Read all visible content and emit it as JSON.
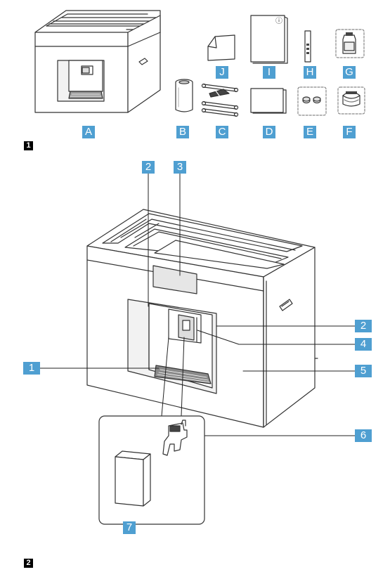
{
  "figure1": {
    "number": "1",
    "accessory_labels": [
      "A",
      "B",
      "C",
      "D",
      "E",
      "F",
      "G",
      "H",
      "I",
      "J"
    ],
    "manual_symbol": "ⓘ"
  },
  "figure2": {
    "number": "2",
    "callouts": {
      "c1": "1",
      "c2_top": "2",
      "c2_right": "2",
      "c3": "3",
      "c4": "4",
      "c5": "5",
      "c6": "6",
      "c7": "7"
    }
  },
  "colors": {
    "label_bg": "#4f9fd1",
    "label_text": "#ffffff",
    "line": "#333333",
    "tray": "#8a8a8a"
  }
}
